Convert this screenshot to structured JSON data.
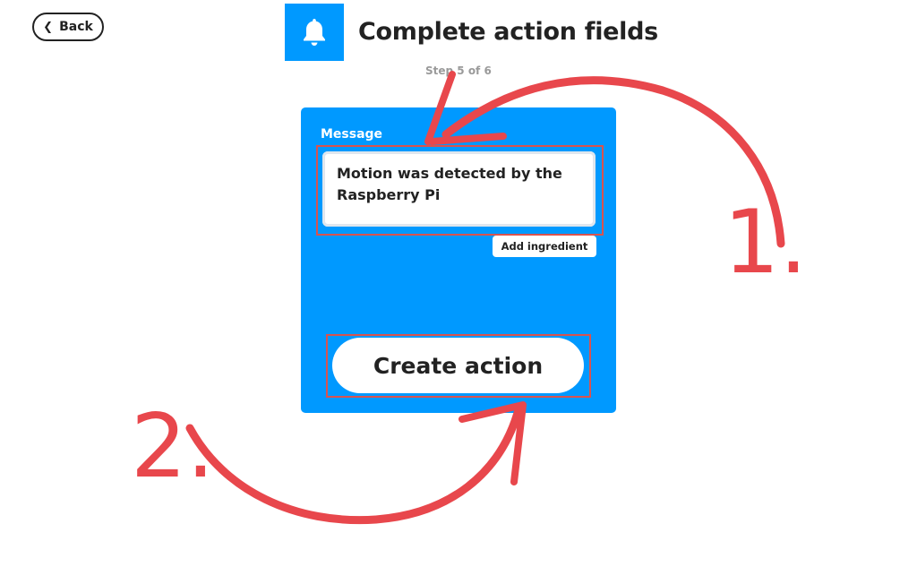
{
  "nav": {
    "back_label": "Back"
  },
  "header": {
    "title": "Complete action fields",
    "step": "Step 5 of 6",
    "icon": "bell-icon"
  },
  "form": {
    "field_label": "Message",
    "message_value": "Motion was detected by the Raspberry Pi",
    "add_ingredient_label": "Add ingredient",
    "create_button_label": "Create action"
  },
  "annotations": {
    "step_1_label": "1.",
    "step_2_label": "2.",
    "color": "#e8474c"
  },
  "colors": {
    "brand_blue": "#0099ff",
    "text_dark": "#222222",
    "step_gray": "#9a9a9a"
  }
}
